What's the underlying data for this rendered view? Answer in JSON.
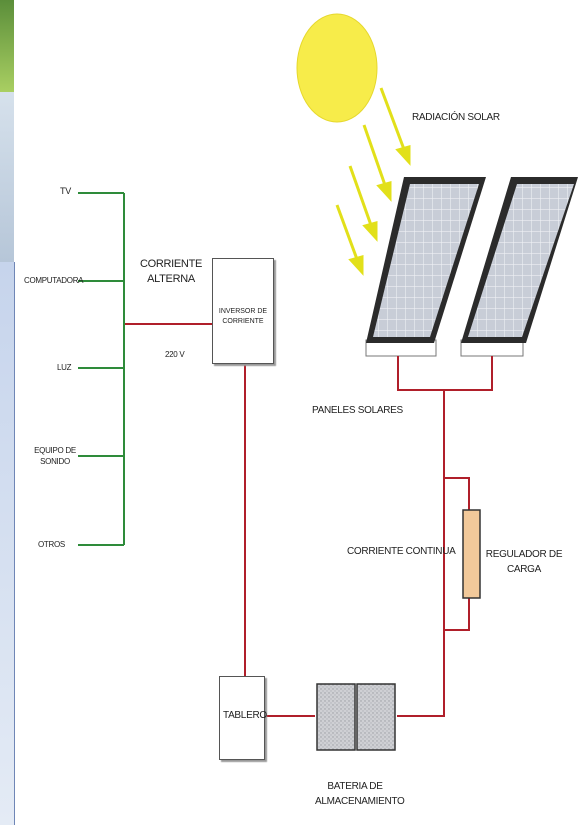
{
  "loads": {
    "tv": "TV",
    "computadora": "COMPUTADORA",
    "luz": "LUZ",
    "equipo_1": "EQUIPO DE",
    "equipo_2": "SONIDO",
    "otros": "OTROS"
  },
  "ac": {
    "line1": "CORRIENTE",
    "line2": "ALTERNA",
    "voltage": "220 V"
  },
  "inverter": {
    "line1": "INVERSOR DE",
    "line2": "CORRIENTE"
  },
  "radiation": "RADIACIÓN SOLAR",
  "panels": "PANELES SOLARES",
  "dc": "CORRIENTE CONTINUA",
  "regulator": {
    "line1": "REGULADOR DE",
    "line2": "CARGA"
  },
  "board": "TABLERO",
  "battery": {
    "line1": "BATERIA DE",
    "line2": "ALMACENAMIENTO"
  },
  "colors": {
    "load_wire": "#2e8b3a",
    "power_wire": "#b01f2a",
    "sun": "#f7ec4a",
    "rays": "#e2e01a",
    "panel_frame": "#2b2b2b",
    "panel_cell": "#c7ccd6",
    "regulator": "#f2c99a"
  }
}
